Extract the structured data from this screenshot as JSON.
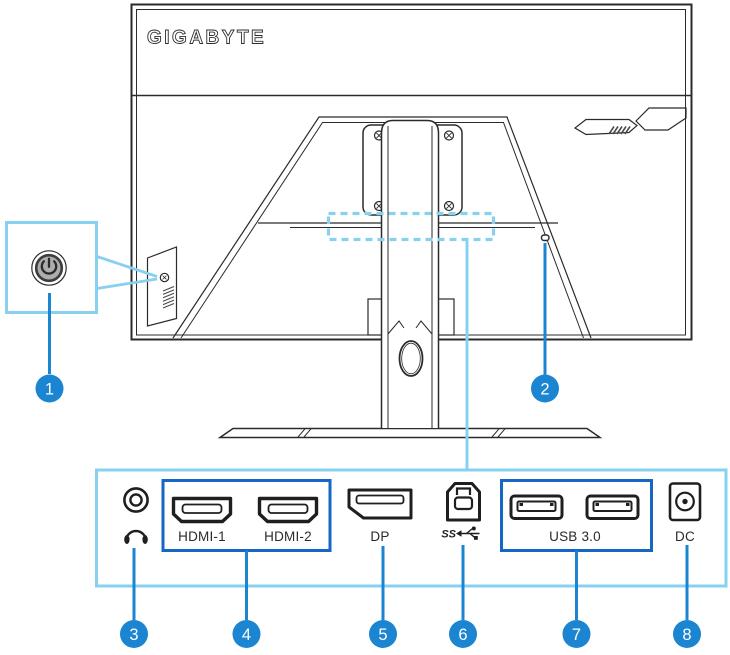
{
  "brand": {
    "logo_text": "GIGABYTE"
  },
  "ports": {
    "hdmi1_label": "HDMI-1",
    "hdmi2_label": "HDMI-2",
    "dp_label": "DP",
    "usb_upstream_symbol": "SS",
    "usb_label": "USB 3.0",
    "dc_label": "DC"
  },
  "callouts": [
    {
      "number": "1"
    },
    {
      "number": "2"
    },
    {
      "number": "3"
    },
    {
      "number": "4"
    },
    {
      "number": "5"
    },
    {
      "number": "6"
    },
    {
      "number": "7"
    },
    {
      "number": "8"
    }
  ],
  "colors": {
    "callout_light_blue": "#87d0f0",
    "callout_blue": "#1b85d1",
    "group_box_blue": "#1566c5",
    "line_art": "#2b2b2b",
    "power_button_gray": "#adadad"
  },
  "icons": {
    "power": "power-icon",
    "control_button": "control-button-icon",
    "kensington": "kensington-lock-slot-icon",
    "headphones": "headphones-jack-icon",
    "hdmi": "hdmi-port-icon",
    "displayport": "displayport-port-icon",
    "usb_upstream": "usb-b-upstream-port-icon",
    "usb_ss_trident": "usb-ss-trident-icon",
    "usb_a": "usb-a-port-icon",
    "dc_in": "dc-power-jack-icon"
  }
}
